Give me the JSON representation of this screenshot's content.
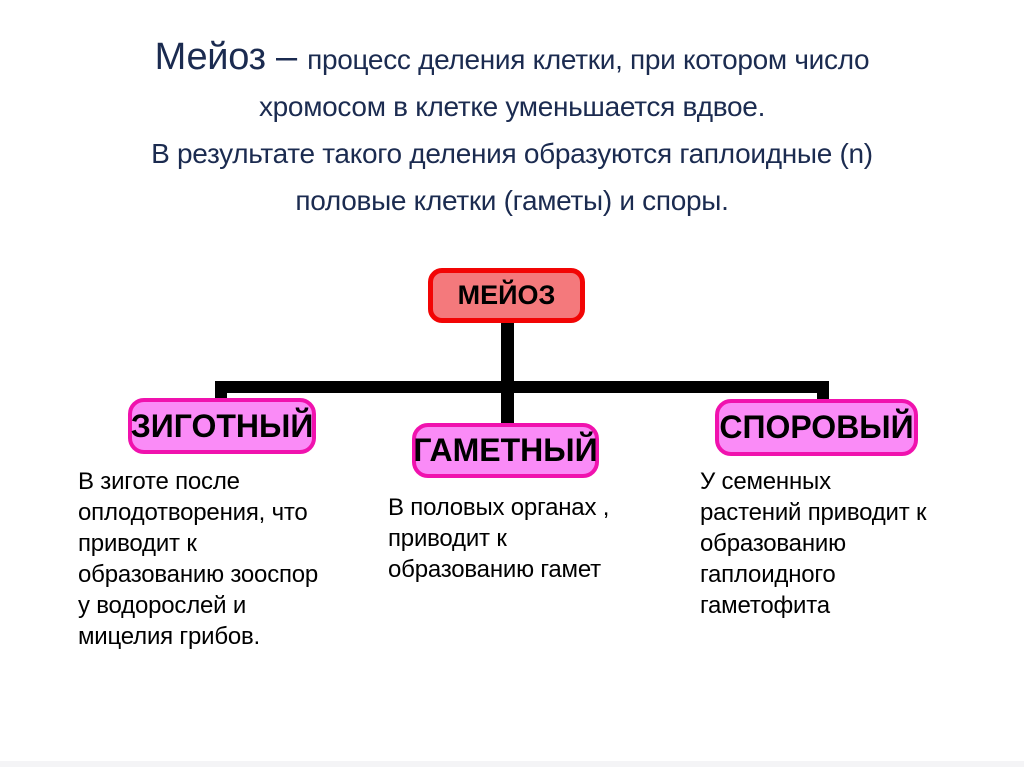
{
  "slide": {
    "background_color": "#ffffff",
    "title": {
      "lead": "Мейоз – ",
      "body": "процесс деления клетки, при котором число\nхромосом в клетке уменьшается вдвое.\nВ результате такого деления образуются гаплоидные (n)\nполовые клетки (гаметы) и споры.",
      "text_color": "#1b2b50"
    },
    "diagram": {
      "root": {
        "label": "МЕЙОЗ",
        "fill_color": "#f4797c",
        "border_color": "#f20505"
      },
      "child_style": {
        "fill_color": "#fa8bf7",
        "border_color": "#f012ae"
      },
      "connector_color": "#000000",
      "children": [
        {
          "label": "ЗИГОТНЫЙ",
          "description": "В зиготе после\nоплодотворения, что\nприводит к\nобразованию зооспор\nу водорослей и\nмицелия грибов."
        },
        {
          "label": "ГАМЕТНЫЙ",
          "description": "В половых органах ,\nприводит к\nобразованию гамет"
        },
        {
          "label": "СПОРОВЫЙ",
          "description": "У семенных\nрастений приводит к\nобразованию\nгаплоидного\nгаметофита"
        }
      ]
    }
  }
}
